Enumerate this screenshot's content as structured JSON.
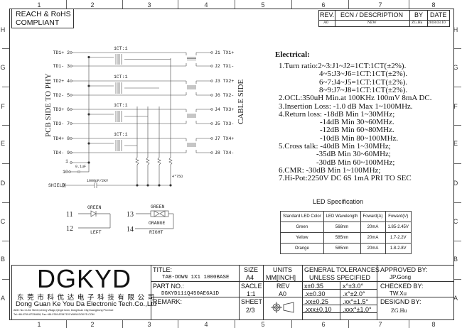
{
  "ruler": {
    "columns": [
      "1",
      "2",
      "3",
      "4",
      "5",
      "6",
      "7",
      "8"
    ],
    "rows": [
      "H",
      "G",
      "F",
      "E",
      "D",
      "C",
      "B",
      "A"
    ]
  },
  "compliance": [
    "REACH & RoHS",
    "COMPLIANT"
  ],
  "revision_table": {
    "headers": [
      "REV.",
      "ECN / DESCRIPTION",
      "BY",
      "DATE"
    ],
    "row": [
      "A0",
      "NEW",
      "ZG.Hu",
      "2018.03.10"
    ]
  },
  "schematic": {
    "left_label": "PCB SIDE TO PHY",
    "right_label": "CABLE SIDE",
    "pins_left": [
      "TD1+ 2",
      "TD1- 3",
      "TD2+ 4",
      "TD2- 5",
      "TD3+ 6",
      "TD3- 7",
      "TD4+ 8",
      "TD4- 9"
    ],
    "pins_right": [
      "J1 TX1+",
      "J2 TX1-",
      "J3 TX2+",
      "J6 TX2-",
      "J4 TX3+",
      "J5 TX3-",
      "J7 TX4+",
      "J8 TX4-"
    ],
    "transformer_ratio": "1CT:1",
    "pin1": "1",
    "pin10": "10",
    "cap1": "0.1uF",
    "cap2": "1000pF/2KV",
    "resistors": "4*75Ω",
    "shield": "SHIELD"
  },
  "leds": {
    "pin11": "11",
    "pin12": "12",
    "pin13": "13",
    "pin14": "14",
    "left_color": "GREEN",
    "left_label": "LEFT",
    "right_color_top": "GREEN",
    "right_color_bottom": "ORANGE",
    "right_label": "RIGHT"
  },
  "electrical": {
    "heading": "Electrical:",
    "lines": [
      "1.Turn ratio:2~3:J1~J2=1CT:1CT(±2%).",
      "4~5:J3~J6=1CT:1CT(±2%).",
      "6~7:J4~J5=1CT:1CT(±2%).",
      "8~9:J7~J8=1CT:1CT(±2%).",
      "2.OCL:350uH Min.at 100KHz 100mV 8mA DC.",
      "3.Insertion Loss: -1.0 dB Max 1~100MHz.",
      "4.Return loss: -18dB Min 1~30MHz;",
      "-14dB Min 30~60MHz.",
      "-12dB Min 60~80MHz.",
      "-10dB Min 80~100MHz.",
      "5.Cross talk: -40dB Min 1~30MHz;",
      "-35dB Min 30~60MHz;",
      "-30dB Min 60~100MHz;",
      "6.CMR: -30dB Min 1~100MHz;",
      "7.Hi-Pot:2250V DC 6S 1mA PRI TO SEC"
    ]
  },
  "led_spec": {
    "title": "LED Specification",
    "headers": [
      "Standard LED Color",
      "LED Wavelength",
      "Foward(A)",
      "Foward(V)"
    ],
    "rows": [
      [
        "Green",
        "568nm",
        "20mA",
        "1.85-2.45V"
      ],
      [
        "Yellow",
        "585nm",
        "20mA",
        "1.7-2.2V"
      ],
      [
        "Orange",
        "585nm",
        "20mA",
        "1.8-2.8V"
      ]
    ]
  },
  "title_block": {
    "logo": "DGKYD",
    "company_cn": "东 莞 市 科 优 达 电 子 科 技 有 限 公 司",
    "company_en": "Dong Guan Ke You Da Electronic Tech.Co.,Ltd",
    "address": "ADD: No.1 Lihe Street,Liheng Village,Qingxi town, DongGuan City,GuangDong Province",
    "contact": "Tel:+86-0769-87334608; Fax:+86-0769-87847129  WWW.DGKYD.COM",
    "title_label": "TITLE:",
    "title_value": "TAB-DOWN 1X1 1000BASE",
    "part_label": "PART NO.:",
    "part_value": "DGKYD111Q450AE6A1D",
    "remark_label": "REMARK:",
    "size_label": "SIZE",
    "size_value": "A4",
    "units_label": "UNITS",
    "units_value": "MM[INCH]",
    "scale_label": "SACLE",
    "scale_value": "1:1",
    "rev_label": "REV",
    "rev_value": "A0",
    "sheet_label": "SHEET",
    "sheet_value": "2/3",
    "tol_title1": "GENERAL TOLERANCES",
    "tol_title2": "UNLESS SPECIFIED",
    "tolerances": [
      [
        "x±0.35",
        "x°±3.0°"
      ],
      [
        ".x±0.30",
        ".x°±2.0°"
      ],
      [
        ".xx±0.25",
        ".xx°±1.5°"
      ],
      [
        ".xxx±0.10",
        ".xxx°±1.0°"
      ]
    ],
    "approved_label": "APPROVED BY:",
    "approved_value": "JP.Gong",
    "checked_label": "CHECKED BY:",
    "checked_value": "TW.Xu",
    "designed_label": "DESIGND BY:",
    "designed_value": "ZG.Hu"
  }
}
